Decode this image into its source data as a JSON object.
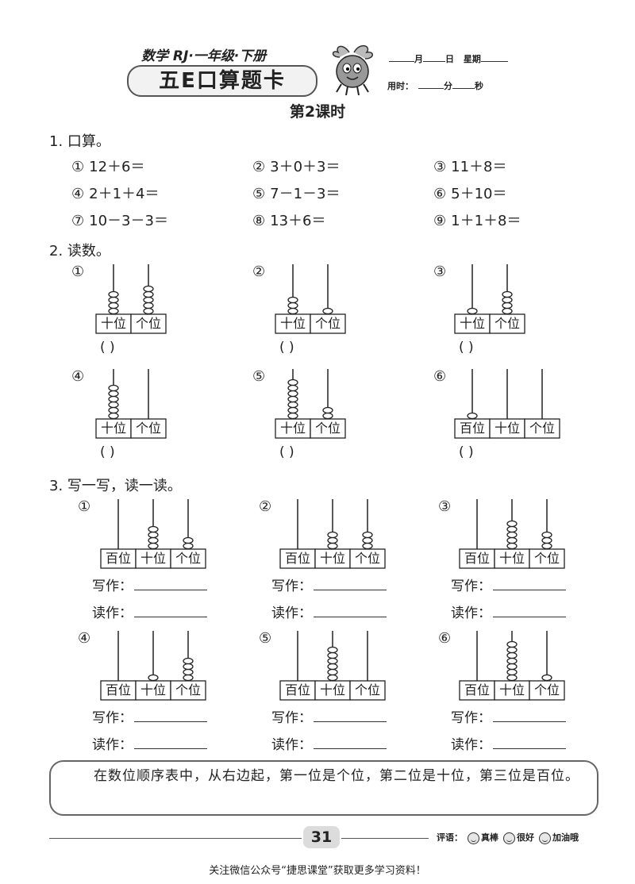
{
  "header": {
    "subject": "数学 RJ·一年级·下册",
    "title": "五E口算题卡",
    "date_month": "月",
    "date_day": "日",
    "date_week": "星期",
    "time_label": "用时：",
    "time_min": "分",
    "time_sec": "秒"
  },
  "lesson_title": "第2课时",
  "sections": {
    "s1": "1. 口算。",
    "s2": "2. 读数。",
    "s3": "3. 写一写，读一读。"
  },
  "problems": [
    {
      "id": "①",
      "expr": "12＋6＝"
    },
    {
      "id": "②",
      "expr": "3＋0＋3＝"
    },
    {
      "id": "③",
      "expr": "11＋8＝"
    },
    {
      "id": "④",
      "expr": "2＋1＋4＝"
    },
    {
      "id": "⑤",
      "expr": "7－1－3＝"
    },
    {
      "id": "⑥",
      "expr": "5＋10＝"
    },
    {
      "id": "⑦",
      "expr": "10－3－3＝"
    },
    {
      "id": "⑧",
      "expr": "13＋6＝"
    },
    {
      "id": "⑨",
      "expr": "1＋1＋8＝"
    }
  ],
  "place_labels": {
    "hundreds": "百位",
    "tens": "十位",
    "ones": "个位"
  },
  "paren": "(        )",
  "abacus_read": [
    {
      "id": "①",
      "places": [
        "tens",
        "ones"
      ],
      "beads": [
        4,
        5
      ]
    },
    {
      "id": "②",
      "places": [
        "tens",
        "ones"
      ],
      "beads": [
        3,
        1
      ]
    },
    {
      "id": "③",
      "places": [
        "tens",
        "ones"
      ],
      "beads": [
        1,
        4
      ]
    },
    {
      "id": "④",
      "places": [
        "tens",
        "ones"
      ],
      "beads": [
        6,
        0
      ]
    },
    {
      "id": "⑤",
      "places": [
        "tens",
        "ones"
      ],
      "beads": [
        7,
        2
      ]
    },
    {
      "id": "⑥",
      "places": [
        "hundreds",
        "tens",
        "ones"
      ],
      "beads": [
        1,
        0,
        0
      ]
    }
  ],
  "abacus_write": [
    {
      "id": "①",
      "places": [
        "hundreds",
        "tens",
        "ones"
      ],
      "beads": [
        0,
        4,
        2
      ]
    },
    {
      "id": "②",
      "places": [
        "hundreds",
        "tens",
        "ones"
      ],
      "beads": [
        0,
        3,
        3
      ]
    },
    {
      "id": "③",
      "places": [
        "hundreds",
        "tens",
        "ones"
      ],
      "beads": [
        0,
        5,
        3
      ]
    },
    {
      "id": "④",
      "places": [
        "hundreds",
        "tens",
        "ones"
      ],
      "beads": [
        0,
        1,
        4
      ]
    },
    {
      "id": "⑤",
      "places": [
        "hundreds",
        "tens",
        "ones"
      ],
      "beads": [
        0,
        6,
        0
      ]
    },
    {
      "id": "⑥",
      "places": [
        "hundreds",
        "tens",
        "ones"
      ],
      "beads": [
        0,
        7,
        1
      ]
    }
  ],
  "write_label": "写作：",
  "read_label": "读作：",
  "tip": "在数位顺序表中，从右边起，第一位是个位，第二位是十位，第三位是百位。",
  "footer": {
    "page": "31",
    "rating_label": "评语：",
    "rating_1": "真棒",
    "rating_2": "很好",
    "rating_3": "加油哦",
    "note": "关注微信公众号“捷思课堂”获取更多学习资料！"
  }
}
